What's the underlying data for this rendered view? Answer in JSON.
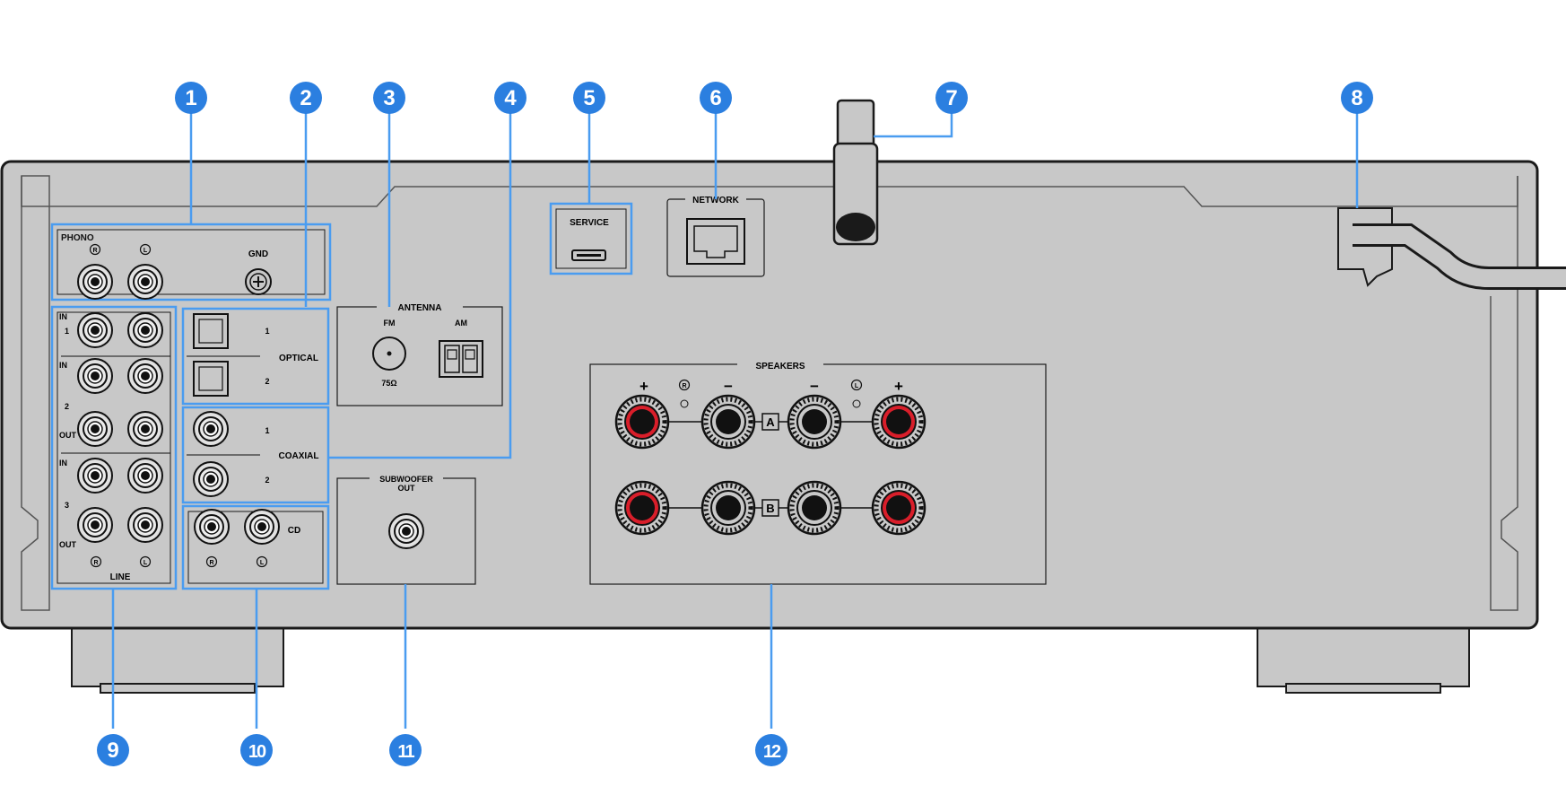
{
  "callouts": [
    "1",
    "2",
    "3",
    "4",
    "5",
    "6",
    "7",
    "8",
    "9",
    "10",
    "11",
    "12"
  ],
  "labels": {
    "phono": "PHONO",
    "gnd": "GND",
    "r": "R",
    "l": "L",
    "in": "IN",
    "out": "OUT",
    "one": "1",
    "two": "2",
    "three": "3",
    "line": "LINE",
    "optical": "OPTICAL",
    "coaxial": "COAXIAL",
    "cd": "CD",
    "antenna": "ANTENNA",
    "fm": "FM",
    "am": "AM",
    "ohm": "75Ω",
    "service": "SERVICE",
    "network": "NETWORK",
    "subwoofer": "SUBWOOFER",
    "sub_out": "OUT",
    "speakers": "SPEAKERS",
    "plus": "+",
    "minus": "−",
    "a": "A",
    "b": "B"
  },
  "colors": {
    "callout": "#2b7fe0",
    "panel": "#c8c8c8",
    "frame": "#1a1a1a",
    "highlight": "#4a9cf0",
    "positive_terminal": "#d91e2a"
  }
}
